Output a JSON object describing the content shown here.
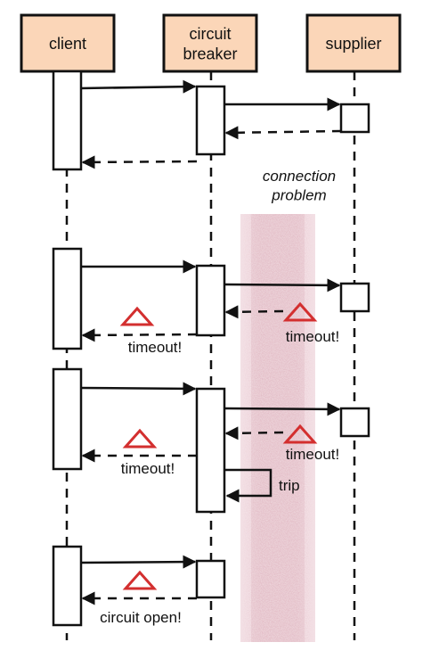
{
  "participants": [
    {
      "id": "client",
      "label": "client"
    },
    {
      "id": "circuit_breaker",
      "label": "circuit\nbreaker"
    },
    {
      "id": "supplier",
      "label": "supplier"
    }
  ],
  "annotations": {
    "connection_problem": "connection\nproblem",
    "timeout_supplier": "timeout!",
    "timeout_client": "timeout!",
    "trip": "trip",
    "circuit_open": "circuit open!"
  },
  "colors": {
    "participant_fill": "#fbd6b8",
    "warning": "#d32f2f",
    "problem_band": "#c58b9a",
    "line": "#111111"
  }
}
